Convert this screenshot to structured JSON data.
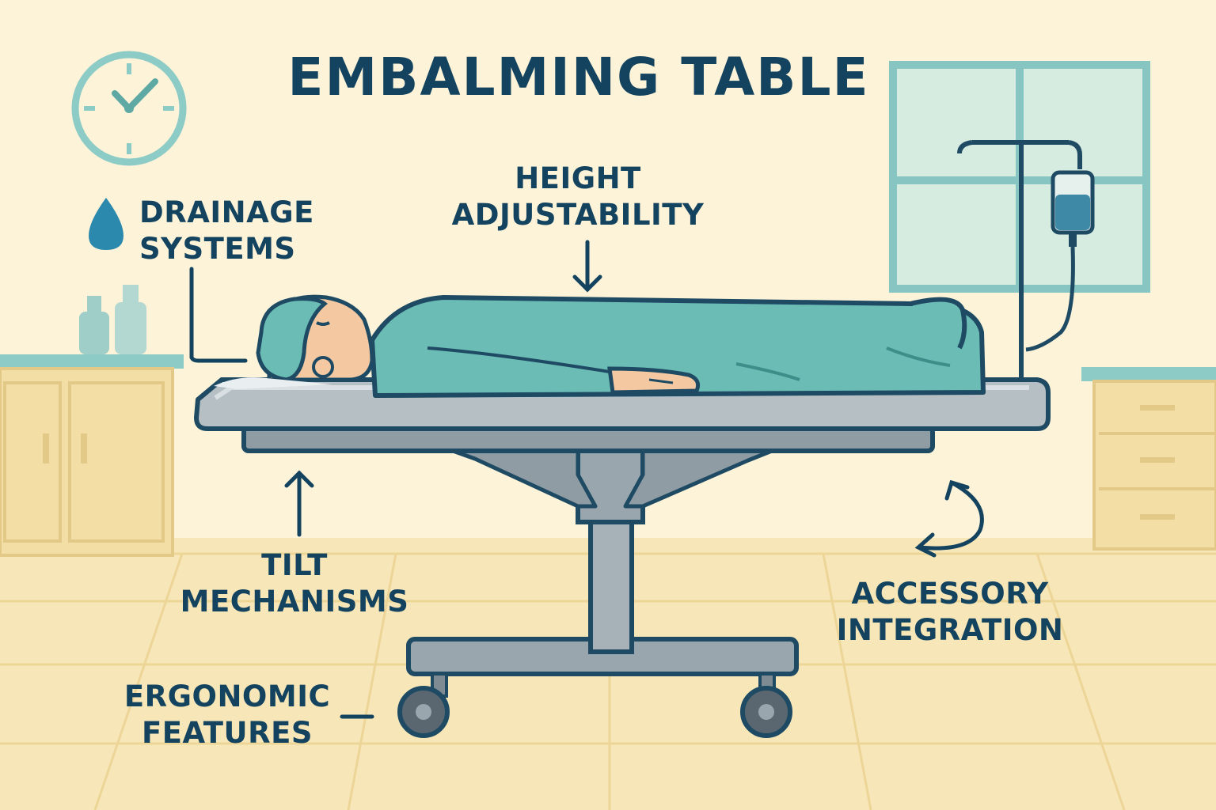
{
  "title": "EMBALMING TABLE",
  "labels": {
    "drainage": [
      "DRAINAGE",
      "SYSTEMS"
    ],
    "height": [
      "HEIGHT",
      "ADJUSTABILITY"
    ],
    "tilt": [
      "TILT",
      "MECHANISMS"
    ],
    "accessory": [
      "ACCESSORY",
      "INTEGRATION"
    ],
    "ergonomic": [
      "ERGONOMIC",
      "FEATURES"
    ]
  },
  "icons": {
    "drainage": "water-drop-icon",
    "clock": "wall-clock-icon",
    "iv": "iv-bag-icon"
  },
  "colors": {
    "background": "#fdf3d8",
    "floor": "#f7e6b8",
    "text": "#13435e",
    "sheet": "#6cbcb6",
    "table": "#8f9ca4",
    "accent": "#3b8fb0"
  }
}
